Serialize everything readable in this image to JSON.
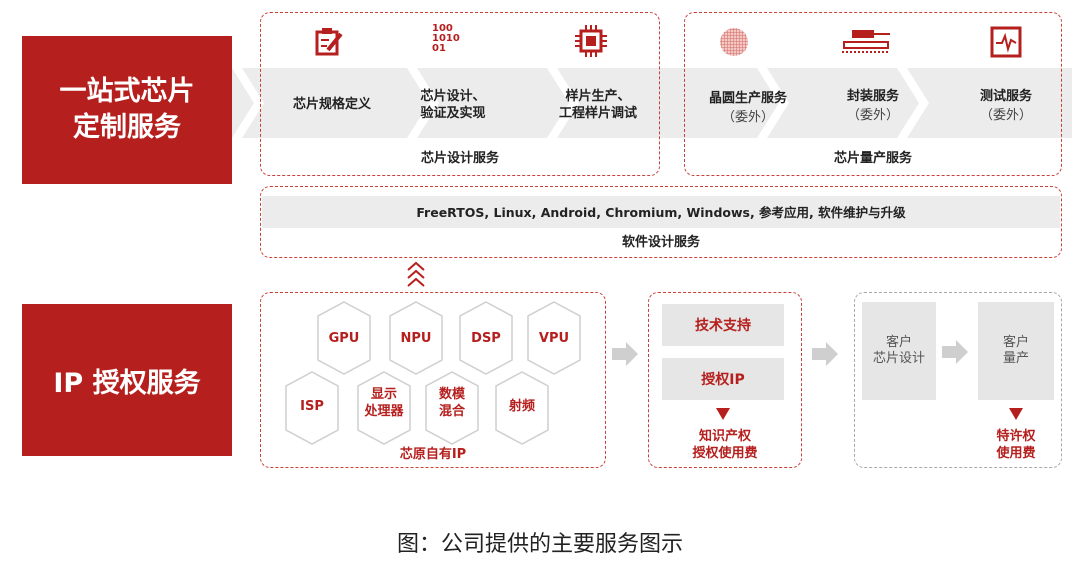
{
  "left_labels": {
    "one_stop": "一站式芯片\n定制服务",
    "ip_license": "IP 授权服务"
  },
  "chip_design": {
    "steps": [
      {
        "icon": "notepad-pen-icon",
        "label": "芯片规格定义"
      },
      {
        "icon": "binary-icon",
        "icon_text": "100\n1010\n01",
        "label": "芯片设计、\n验证及实现"
      },
      {
        "icon": "chip-icon",
        "label": "样片生产、\n工程样片调试"
      }
    ],
    "title": "芯片设计服务"
  },
  "mass_production": {
    "steps": [
      {
        "icon": "wafer-icon",
        "label": "晶圆生产服务",
        "sub": "（委外）"
      },
      {
        "icon": "packaging-icon",
        "label": "封装服务",
        "sub": "（委外）"
      },
      {
        "icon": "test-monitor-icon",
        "label": "测试服务",
        "sub": "（委外）"
      }
    ],
    "title": "芯片量产服务"
  },
  "software": {
    "items": "FreeRTOS, Linux, Android, Chromium, Windows, 参考应用, 软件维护与升级",
    "title": "软件设计服务"
  },
  "ip": {
    "hexagons": [
      "GPU",
      "NPU",
      "DSP",
      "VPU",
      "ISP",
      "显示\n处理器",
      "数模\n混合",
      "射频"
    ],
    "title": "芯原自有IP"
  },
  "support": {
    "tech": "技术支持",
    "license": "授权IP",
    "fee": "知识产权\n授权使用费"
  },
  "customer": {
    "design": "客户\n芯片设计",
    "production": "客户\n量产",
    "royalty": "特许权\n使用费"
  },
  "caption": "图：公司提供的主要服务图示",
  "colors": {
    "accent": "#b5201e",
    "band": "#ececec",
    "grey_box": "#e6e6e6"
  }
}
